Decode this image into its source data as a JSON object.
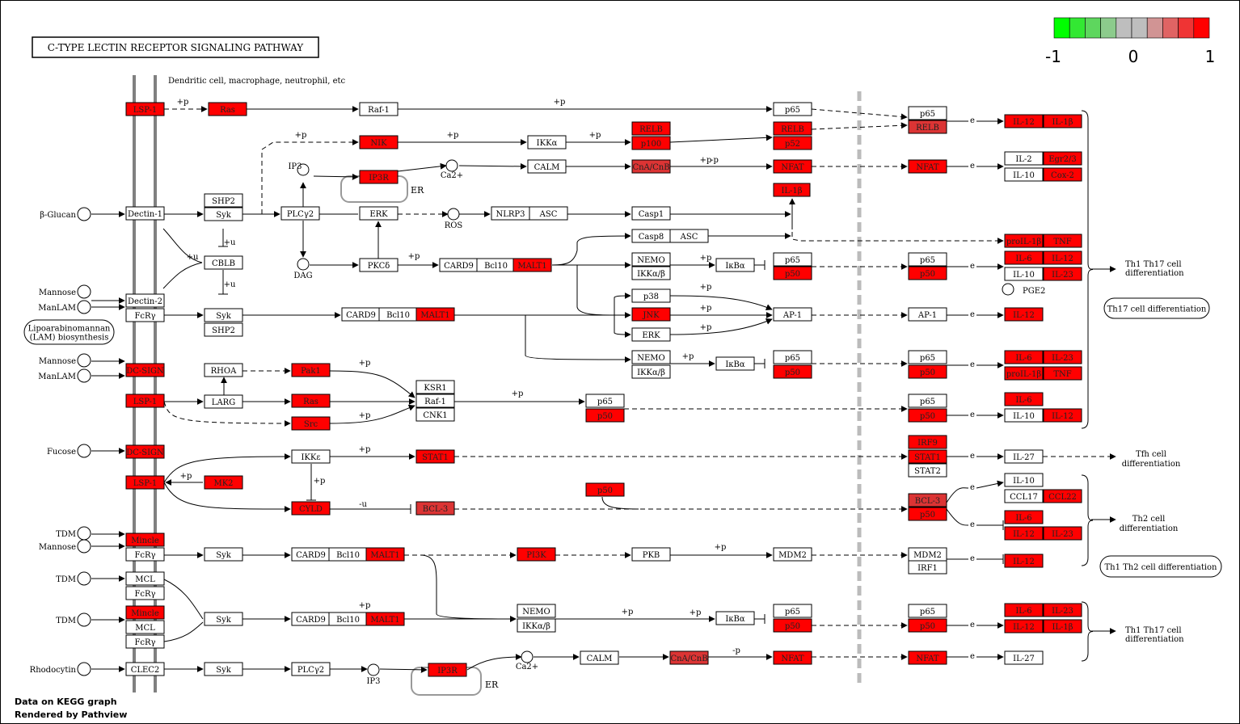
{
  "title": "C-TYPE LECTIN RECEPTOR SIGNALING PATHWAY",
  "cell_types": "Dendritic cell, macrophage, neutrophil, etc",
  "scale": {
    "colors": [
      "#00ff00",
      "#33e833",
      "#5ed65e",
      "#8ccb8c",
      "#bebebe",
      "#bebebe",
      "#d19494",
      "#e06464",
      "#ef3434",
      "#ff0000"
    ],
    "ticks": [
      "-1",
      "0",
      "1"
    ]
  },
  "colors": {
    "up": "#ff0000",
    "mid": "#dc3434",
    "none": "#ffffff"
  },
  "footer": {
    "line1": "Data on KEGG graph",
    "line2": "Rendered by Pathview"
  },
  "outcomes": {
    "th1_th17_a": [
      "Th1 Th17 cell",
      "differentiation"
    ],
    "tfh": [
      "Tfh cell",
      "differentiation"
    ],
    "th2": [
      "Th2 cell",
      "differentiation"
    ],
    "th1_th17_b": [
      "Th1 Th17 cell",
      "differentiation"
    ],
    "pill_th17": "Th17 cell differentiation",
    "pill_th1th2": "Th1 Th2  cell differentiation",
    "pill_lam": [
      "Lipoarabinomannan",
      "(LAM) biosynthesis"
    ]
  },
  "ligands": [
    "β-Glucan",
    "Mannose",
    "ManLAM",
    "Mannose",
    "ManLAM",
    "Fucose",
    "TDM",
    "Mannose",
    "TDM",
    "TDM",
    "Rhodocytin"
  ],
  "metabolites": [
    "IP3",
    "Ca2+",
    "DAG",
    "ROS",
    "PGE2",
    "IP3",
    "Ca2+"
  ],
  "compartment_label": "ER",
  "nodes": [
    {
      "id": "n1",
      "label": "LSP-1",
      "s": "up"
    },
    {
      "id": "n2",
      "label": "Ras",
      "s": "up"
    },
    {
      "id": "n3",
      "label": "Raf-1",
      "s": "none"
    },
    {
      "id": "n4",
      "label": "p65",
      "s": "none"
    },
    {
      "id": "n5",
      "label": "NIK",
      "s": "up"
    },
    {
      "id": "n6",
      "label": "IKKα",
      "s": "none"
    },
    {
      "id": "n7",
      "label": "RELB",
      "s": "up"
    },
    {
      "id": "n8",
      "label": "p100",
      "s": "up"
    },
    {
      "id": "n9",
      "label": "RELB",
      "s": "up"
    },
    {
      "id": "n10",
      "label": "p52",
      "s": "up"
    },
    {
      "id": "n11",
      "label": "IP3R",
      "s": "up"
    },
    {
      "id": "n12",
      "label": "CALM",
      "s": "none"
    },
    {
      "id": "n13",
      "label": "CnA/CnB",
      "s": "mid"
    },
    {
      "id": "n14",
      "label": "NFAT",
      "s": "up"
    },
    {
      "id": "n15",
      "label": "IL-1β",
      "s": "up"
    },
    {
      "id": "n16",
      "label": "Dectin-1",
      "s": "none"
    },
    {
      "id": "n17",
      "label": "SHP2",
      "s": "none"
    },
    {
      "id": "n18",
      "label": "Syk",
      "s": "none"
    },
    {
      "id": "n19",
      "label": "PLCγ2",
      "s": "none"
    },
    {
      "id": "n20",
      "label": "ERK",
      "s": "none"
    },
    {
      "id": "n21",
      "label": "NLRP3",
      "s": "none"
    },
    {
      "id": "n22",
      "label": "ASC",
      "s": "none"
    },
    {
      "id": "n23",
      "label": "Casp1",
      "s": "none"
    },
    {
      "id": "n24",
      "label": "Casp8",
      "s": "none"
    },
    {
      "id": "n25",
      "label": "ASC",
      "s": "none"
    },
    {
      "id": "n26",
      "label": "CBLB",
      "s": "none"
    },
    {
      "id": "n27",
      "label": "PKCδ",
      "s": "none"
    },
    {
      "id": "n28",
      "label": "CARD9",
      "s": "none"
    },
    {
      "id": "n29",
      "label": "Bcl10",
      "s": "none"
    },
    {
      "id": "n30",
      "label": "MALT1",
      "s": "up"
    },
    {
      "id": "n31",
      "label": "NEMO",
      "s": "none"
    },
    {
      "id": "n32",
      "label": "IKKα/β",
      "s": "none"
    },
    {
      "id": "n33",
      "label": "IκBα",
      "s": "none"
    },
    {
      "id": "n34",
      "label": "p65",
      "s": "none"
    },
    {
      "id": "n35",
      "label": "p50",
      "s": "up"
    },
    {
      "id": "n36",
      "label": "Dectin-2",
      "s": "none"
    },
    {
      "id": "n37",
      "label": "FcRγ",
      "s": "none"
    },
    {
      "id": "n38",
      "label": "Syk",
      "s": "none"
    },
    {
      "id": "n39",
      "label": "SHP2",
      "s": "none"
    },
    {
      "id": "n40",
      "label": "CARD9",
      "s": "none"
    },
    {
      "id": "n41",
      "label": "Bcl10",
      "s": "none"
    },
    {
      "id": "n42",
      "label": "MALT1",
      "s": "up"
    },
    {
      "id": "n43",
      "label": "p38",
      "s": "none"
    },
    {
      "id": "n44",
      "label": "JNK",
      "s": "up"
    },
    {
      "id": "n45",
      "label": "ERK",
      "s": "none"
    },
    {
      "id": "n46",
      "label": "AP-1",
      "s": "none"
    },
    {
      "id": "n47",
      "label": "NEMO",
      "s": "none"
    },
    {
      "id": "n48",
      "label": "IKKα/β",
      "s": "none"
    },
    {
      "id": "n49",
      "label": "IκBα",
      "s": "none"
    },
    {
      "id": "n50",
      "label": "p65",
      "s": "none"
    },
    {
      "id": "n51",
      "label": "p50",
      "s": "up"
    },
    {
      "id": "n52",
      "label": "DC-SIGN",
      "s": "up"
    },
    {
      "id": "n53",
      "label": "RHOA",
      "s": "none"
    },
    {
      "id": "n54",
      "label": "Pak1",
      "s": "up"
    },
    {
      "id": "n55",
      "label": "LSP-1",
      "s": "up"
    },
    {
      "id": "n56",
      "label": "LARG",
      "s": "none"
    },
    {
      "id": "n57",
      "label": "Ras",
      "s": "up"
    },
    {
      "id": "n58",
      "label": "Src",
      "s": "up"
    },
    {
      "id": "n59",
      "label": "KSR1",
      "s": "none"
    },
    {
      "id": "n60",
      "label": "Raf-1",
      "s": "none"
    },
    {
      "id": "n61",
      "label": "CNK1",
      "s": "none"
    },
    {
      "id": "n62",
      "label": "p65",
      "s": "none"
    },
    {
      "id": "n63",
      "label": "p50",
      "s": "up"
    },
    {
      "id": "n64",
      "label": "DC-SIGN",
      "s": "up"
    },
    {
      "id": "n65",
      "label": "IKKε",
      "s": "none"
    },
    {
      "id": "n66",
      "label": "STAT1",
      "s": "up"
    },
    {
      "id": "n67",
      "label": "LSP-1",
      "s": "up"
    },
    {
      "id": "n68",
      "label": "MK2",
      "s": "up"
    },
    {
      "id": "n69",
      "label": "CYLD",
      "s": "up"
    },
    {
      "id": "n70",
      "label": "BCL-3",
      "s": "mid"
    },
    {
      "id": "n71",
      "label": "p50",
      "s": "up"
    },
    {
      "id": "n72",
      "label": "Mincle",
      "s": "up"
    },
    {
      "id": "n73",
      "label": "FcRγ",
      "s": "none"
    },
    {
      "id": "n74",
      "label": "Syk",
      "s": "none"
    },
    {
      "id": "n75",
      "label": "CARD9",
      "s": "none"
    },
    {
      "id": "n76",
      "label": "Bcl10",
      "s": "none"
    },
    {
      "id": "n77",
      "label": "MALT1",
      "s": "up"
    },
    {
      "id": "n78",
      "label": "PI3K",
      "s": "up"
    },
    {
      "id": "n79",
      "label": "PKB",
      "s": "none"
    },
    {
      "id": "n80",
      "label": "MDM2",
      "s": "none"
    },
    {
      "id": "n81",
      "label": "MCL",
      "s": "none"
    },
    {
      "id": "n82",
      "label": "FcRγ",
      "s": "none"
    },
    {
      "id": "n83",
      "label": "Mincle",
      "s": "up"
    },
    {
      "id": "n84",
      "label": "MCL",
      "s": "none"
    },
    {
      "id": "n85",
      "label": "FcRγ",
      "s": "none"
    },
    {
      "id": "n86",
      "label": "Syk",
      "s": "none"
    },
    {
      "id": "n87",
      "label": "CARD9",
      "s": "none"
    },
    {
      "id": "n88",
      "label": "Bcl10",
      "s": "none"
    },
    {
      "id": "n89",
      "label": "MALT1",
      "s": "up"
    },
    {
      "id": "n90",
      "label": "NEMO",
      "s": "none"
    },
    {
      "id": "n91",
      "label": "IKKα/β",
      "s": "none"
    },
    {
      "id": "n92",
      "label": "IκBα",
      "s": "none"
    },
    {
      "id": "n93",
      "label": "p65",
      "s": "none"
    },
    {
      "id": "n94",
      "label": "p50",
      "s": "up"
    },
    {
      "id": "n95",
      "label": "CLEC2",
      "s": "none"
    },
    {
      "id": "n96",
      "label": "Syk",
      "s": "none"
    },
    {
      "id": "n97",
      "label": "PLCγ2",
      "s": "none"
    },
    {
      "id": "n98",
      "label": "IP3R",
      "s": "up"
    },
    {
      "id": "n99",
      "label": "CALM",
      "s": "none"
    },
    {
      "id": "n100",
      "label": "CnA/CnB",
      "s": "mid"
    },
    {
      "id": "n101",
      "label": "NFAT",
      "s": "up"
    },
    {
      "id": "r1",
      "label": "p65",
      "s": "none"
    },
    {
      "id": "r2",
      "label": "RELB",
      "s": "mid"
    },
    {
      "id": "r3",
      "label": "NFAT",
      "s": "up"
    },
    {
      "id": "r4",
      "label": "p65",
      "s": "none"
    },
    {
      "id": "r5",
      "label": "p50",
      "s": "up"
    },
    {
      "id": "r6",
      "label": "AP-1",
      "s": "none"
    },
    {
      "id": "r7",
      "label": "p65",
      "s": "none"
    },
    {
      "id": "r8",
      "label": "p50",
      "s": "up"
    },
    {
      "id": "r9",
      "label": "p65",
      "s": "none"
    },
    {
      "id": "r10",
      "label": "p50",
      "s": "up"
    },
    {
      "id": "r11",
      "label": "IRF9",
      "s": "up"
    },
    {
      "id": "r12",
      "label": "STAT1",
      "s": "up"
    },
    {
      "id": "r13",
      "label": "STAT2",
      "s": "none"
    },
    {
      "id": "r14",
      "label": "BCL-3",
      "s": "mid"
    },
    {
      "id": "r15",
      "label": "p50",
      "s": "up"
    },
    {
      "id": "r16",
      "label": "MDM2",
      "s": "none"
    },
    {
      "id": "r17",
      "label": "IRF1",
      "s": "none"
    },
    {
      "id": "r18",
      "label": "p65",
      "s": "none"
    },
    {
      "id": "r19",
      "label": "p50",
      "s": "up"
    },
    {
      "id": "r20",
      "label": "NFAT",
      "s": "up"
    },
    {
      "id": "g1",
      "label": "IL-12",
      "s": "up"
    },
    {
      "id": "g2",
      "label": "IL-1β",
      "s": "up"
    },
    {
      "id": "g3",
      "label": "IL-2",
      "s": "none"
    },
    {
      "id": "g4",
      "label": "Egr2/3",
      "s": "up"
    },
    {
      "id": "g5",
      "label": "IL-10",
      "s": "none"
    },
    {
      "id": "g6",
      "label": "Cox-2",
      "s": "up"
    },
    {
      "id": "g7",
      "label": "proIL-1β",
      "s": "up"
    },
    {
      "id": "g8",
      "label": "TNF",
      "s": "up"
    },
    {
      "id": "g9",
      "label": "IL-6",
      "s": "up"
    },
    {
      "id": "g10",
      "label": "IL-12",
      "s": "up"
    },
    {
      "id": "g11",
      "label": "IL-10",
      "s": "none"
    },
    {
      "id": "g12",
      "label": "IL-23",
      "s": "up"
    },
    {
      "id": "g13",
      "label": "IL-12",
      "s": "up"
    },
    {
      "id": "g14",
      "label": "IL-6",
      "s": "up"
    },
    {
      "id": "g15",
      "label": "IL-23",
      "s": "up"
    },
    {
      "id": "g16",
      "label": "proIL-1β",
      "s": "up"
    },
    {
      "id": "g17",
      "label": "TNF",
      "s": "up"
    },
    {
      "id": "g18",
      "label": "IL-6",
      "s": "up"
    },
    {
      "id": "g19",
      "label": "IL-10",
      "s": "none"
    },
    {
      "id": "g20",
      "label": "IL-12",
      "s": "up"
    },
    {
      "id": "g21",
      "label": "IL-27",
      "s": "none"
    },
    {
      "id": "g22",
      "label": "IL-10",
      "s": "none"
    },
    {
      "id": "g23",
      "label": "CCL17",
      "s": "none"
    },
    {
      "id": "g24",
      "label": "CCL22",
      "s": "up"
    },
    {
      "id": "g25",
      "label": "IL-6",
      "s": "up"
    },
    {
      "id": "g26",
      "label": "IL-12",
      "s": "up"
    },
    {
      "id": "g27",
      "label": "IL-23",
      "s": "up"
    },
    {
      "id": "g28",
      "label": "IL-12",
      "s": "up"
    },
    {
      "id": "g29",
      "label": "IL-6",
      "s": "up"
    },
    {
      "id": "g30",
      "label": "IL-23",
      "s": "up"
    },
    {
      "id": "g31",
      "label": "IL-12",
      "s": "up"
    },
    {
      "id": "g32",
      "label": "IL-1β",
      "s": "up"
    },
    {
      "id": "g33",
      "label": "IL-27",
      "s": "none"
    }
  ],
  "edge_labels": [
    "+p",
    "+p",
    "+p",
    "+p",
    "+p",
    "+p",
    "+p",
    "+p",
    "+p",
    "+p",
    "+p",
    "+p",
    "+p",
    "+p",
    "+p",
    "+p",
    "+p",
    "+p",
    "+p",
    "+p",
    "+p",
    "+p",
    "-p",
    "-p",
    "+u",
    "+u",
    "+u",
    "-u",
    "e",
    "e",
    "e",
    "e",
    "e",
    "e",
    "e",
    "e",
    "e",
    "e",
    "e",
    "e",
    "e",
    "e",
    "e",
    "e",
    "e"
  ]
}
